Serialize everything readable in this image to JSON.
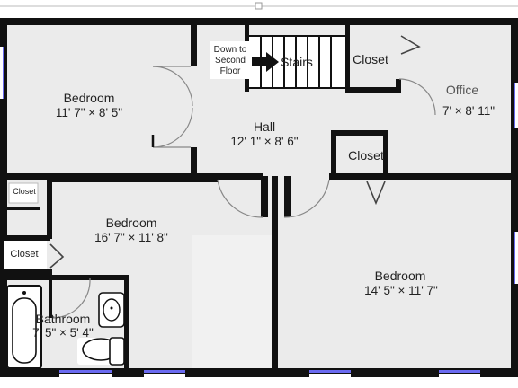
{
  "rooms": {
    "bedroom_nw": {
      "name": "Bedroom",
      "dims": "11' 7\" × 8' 5\""
    },
    "bedroom_sw": {
      "name": "Bedroom",
      "dims": "16' 7\" × 11' 8\""
    },
    "bedroom_se": {
      "name": "Bedroom",
      "dims": "14' 5\" × 11' 7\""
    },
    "hall": {
      "name": "Hall",
      "dims": "12' 1\" × 8' 6\""
    },
    "office": {
      "name": "Office",
      "dims": "7' × 8' 11\""
    },
    "bathroom": {
      "name": "Bathroom",
      "dims": "7' 5\" × 5' 4\""
    },
    "closet_top": {
      "name": "Closet"
    },
    "closet_mid": {
      "name": "Closet"
    },
    "closet_left_small": {
      "name": "Closet"
    },
    "closet_left": {
      "name": "Closet"
    },
    "stairs": {
      "name": "Stairs",
      "down_label": [
        "Down to",
        "Second",
        "Floor"
      ]
    }
  },
  "colors": {
    "wall": "#111111",
    "floor": "#ebebeb",
    "window": "#6a6af0",
    "background": "#ffffff"
  }
}
